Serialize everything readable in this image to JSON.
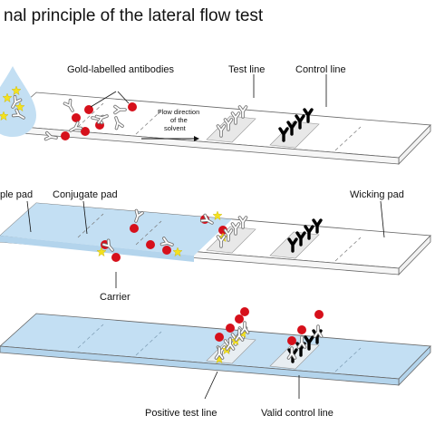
{
  "title": "nal principle of the lateral flow test",
  "labels": {
    "gold_antibodies": "Gold-labelled antibodies",
    "test_line": "Test line",
    "control_line": "Control line",
    "flow_1": "Flow direction",
    "flow_2": "of the",
    "flow_3": "solvent",
    "sample_pad": "ple pad",
    "conjugate_pad": "Conjugate pad",
    "wicking_pad": "Wicking pad",
    "carrier": "Carrier",
    "positive_test_line": "Positive test line",
    "valid_control_line": "Valid control line"
  },
  "colors": {
    "liquid": "#c3dff3",
    "gold_particle": "#d6101b",
    "antigen": "#f4e11e",
    "antibody_outline": "#7a7a7a",
    "control_antibody": "#000000",
    "strip_edge": "#666666"
  }
}
